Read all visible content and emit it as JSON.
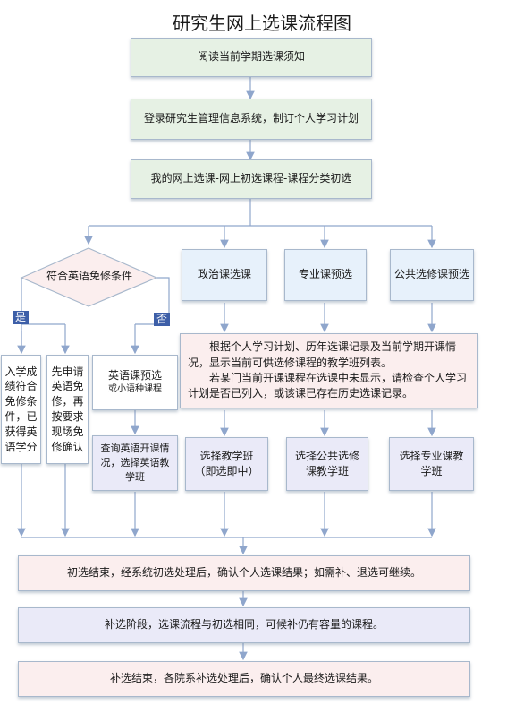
{
  "title": "研究生网上选课流程图",
  "steps": {
    "s1": "阅读当前学期选课须知",
    "s2": "登录研究生管理信息系统，制订个人学习计划",
    "s3": "我的网上选课-网上初选课程-课程分类初选"
  },
  "decision": "符合英语免修条件",
  "yes_label": "是",
  "no_label": "否",
  "categories": {
    "politics": "政治课选课",
    "major": "专业课预选",
    "public": "公共选修课预选"
  },
  "note": {
    "line1": "根据个人学习计划、历年选课记录及当前学期开课情况，显示当前可供选修课程的教学班列表。",
    "line2": "若某门当前开课课程在选课中未显示，请检查个人学习计划是否已列入，或该课已存在历史选课记录。"
  },
  "english": {
    "pass": "入学成绩符合免修条件，已获得英语学分",
    "apply": "先申请英语免修，再按要求现场免修确认",
    "presel_main": "英语课预选",
    "presel_sub": "或小语种课程",
    "query": "查询英语开课情况，选择英语教学班"
  },
  "choose": {
    "politics": "选择教学班（即选即中）",
    "public": "选择公共选修课教学班",
    "major": "选择专业课教学班"
  },
  "final": {
    "f1": "初选结束，经系统初选处理后，确认个人选课结果；如需补、退选可继续。",
    "f2": "补选阶段，选课流程与初选相同，可候补仍有容量的课程。",
    "f3": "补选结束，各院系补选处理后，确认个人最终选课结果。"
  },
  "colors": {
    "line": "#8fa6cc",
    "arrow": "#6f8fc4",
    "green_box": "#e6f1e4",
    "blue_box": "#e7f1fb",
    "pink_box": "#fbeeee",
    "lavender_box": "#eaeaf8",
    "tag": "#3d5fa8"
  }
}
